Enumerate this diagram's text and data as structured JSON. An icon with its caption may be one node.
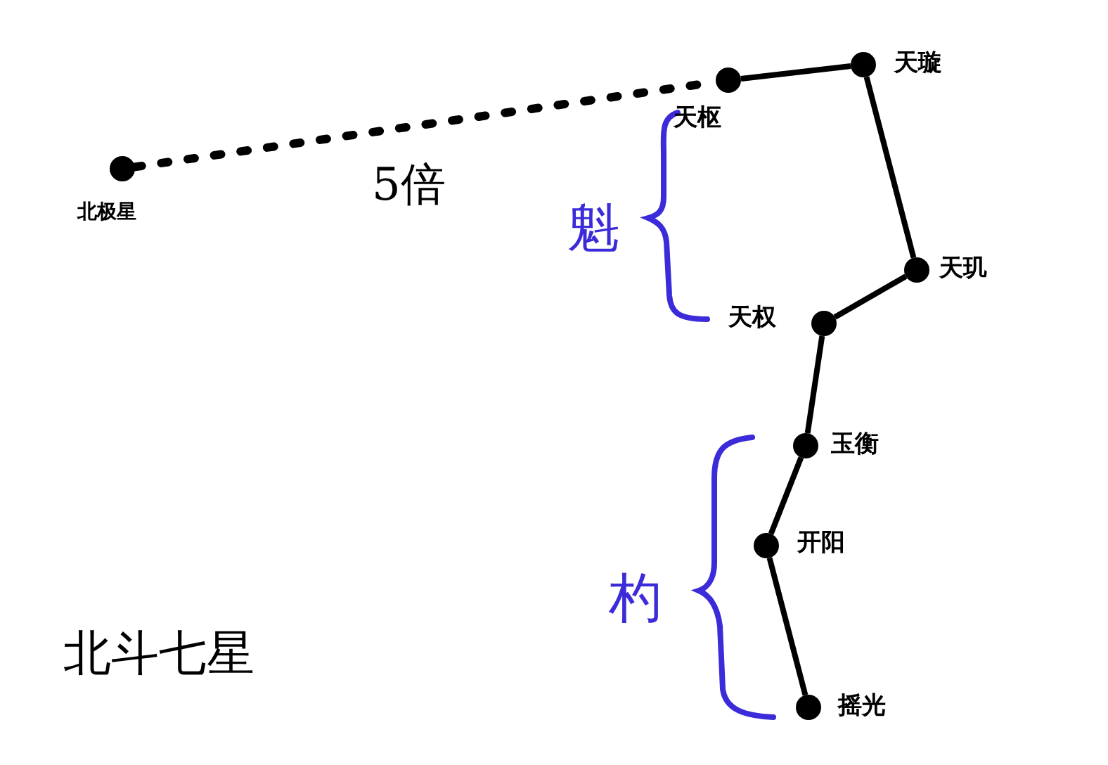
{
  "diagram": {
    "title": "北斗七星",
    "nodes": [
      {
        "text": [],
        "shape": "circle",
        "beside": [
          "北极星"
        ]
      },
      {
        "text": [],
        "shape": "circle",
        "beside": [
          "天枢"
        ]
      },
      {
        "text": [],
        "shape": "circle",
        "beside": [
          "天璇"
        ]
      },
      {
        "text": [],
        "shape": "circle",
        "beside": [
          "天玑"
        ]
      },
      {
        "text": [],
        "shape": "circle",
        "beside": [
          "天权"
        ]
      },
      {
        "text": [],
        "shape": "circle",
        "beside": [
          "玉衡"
        ]
      },
      {
        "text": [],
        "shape": "circle",
        "beside": [
          "开阳"
        ]
      },
      {
        "text": [],
        "shape": "circle",
        "beside": [
          "摇光"
        ]
      }
    ],
    "edges": [
      {
        "from": 0,
        "to": 1,
        "arrow": "none",
        "style": "dashed",
        "label": "5倍"
      },
      {
        "from": 1,
        "to": 2,
        "arrow": "none"
      },
      {
        "from": 2,
        "to": 3,
        "arrow": "none"
      },
      {
        "from": 3,
        "to": 4,
        "arrow": "none"
      },
      {
        "from": 4,
        "to": 5,
        "arrow": "none"
      },
      {
        "from": 5,
        "to": 6,
        "arrow": "none"
      },
      {
        "from": 6,
        "to": 7,
        "arrow": "none"
      }
    ],
    "labels": [
      "魁",
      "杓"
    ]
  }
}
